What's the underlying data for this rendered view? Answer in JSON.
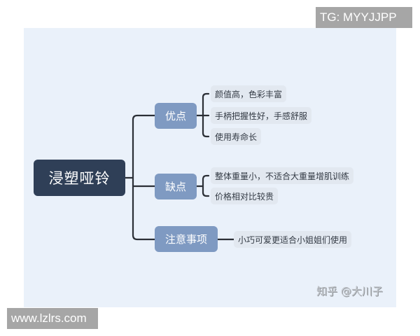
{
  "watermarks": {
    "top_right": "TG: MYYJJPP",
    "bottom_left": "www.lzlrs.com",
    "credit": "知乎 @大川子"
  },
  "mindmap": {
    "root": "浸塑哑铃",
    "branches": [
      {
        "label": "优点",
        "leaves": [
          "颜值高，色彩丰富",
          "手柄把握性好，手感舒服",
          "使用寿命长"
        ]
      },
      {
        "label": "缺点",
        "leaves": [
          "整体重量小，不适合大重量增肌训练",
          "价格相对比较贵"
        ]
      },
      {
        "label": "注意事项",
        "leaves": [
          "小巧可爱更适合小姐姐们使用"
        ]
      }
    ]
  },
  "colors": {
    "panel_bg": "#eaf1fa",
    "root_bg": "#2f3f57",
    "branch_bg": "#7f9ac2",
    "leaf_bg": "#e2e8f0",
    "line": "#2b2f36"
  }
}
